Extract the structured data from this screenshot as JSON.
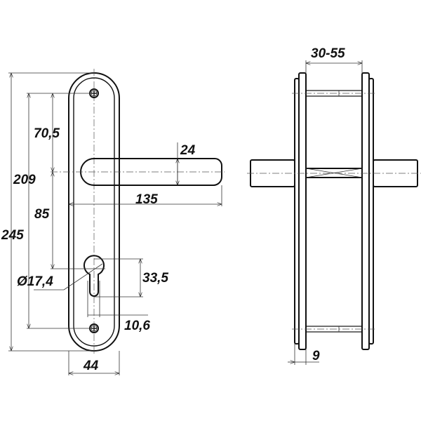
{
  "front_view": {
    "dimensions": {
      "overall_height": "245",
      "screw_spacing": "209",
      "top_screw_to_handle": "70,5",
      "handle_to_keyhole": "85",
      "handle_length": "135",
      "handle_thickness": "24",
      "keyhole_height": "33,5",
      "keyhole_width": "10,6",
      "keyhole_diameter": "Ø17,4",
      "plate_width": "44"
    }
  },
  "side_view": {
    "dimensions": {
      "door_thickness": "30-55",
      "plate_thickness": "9"
    }
  }
}
